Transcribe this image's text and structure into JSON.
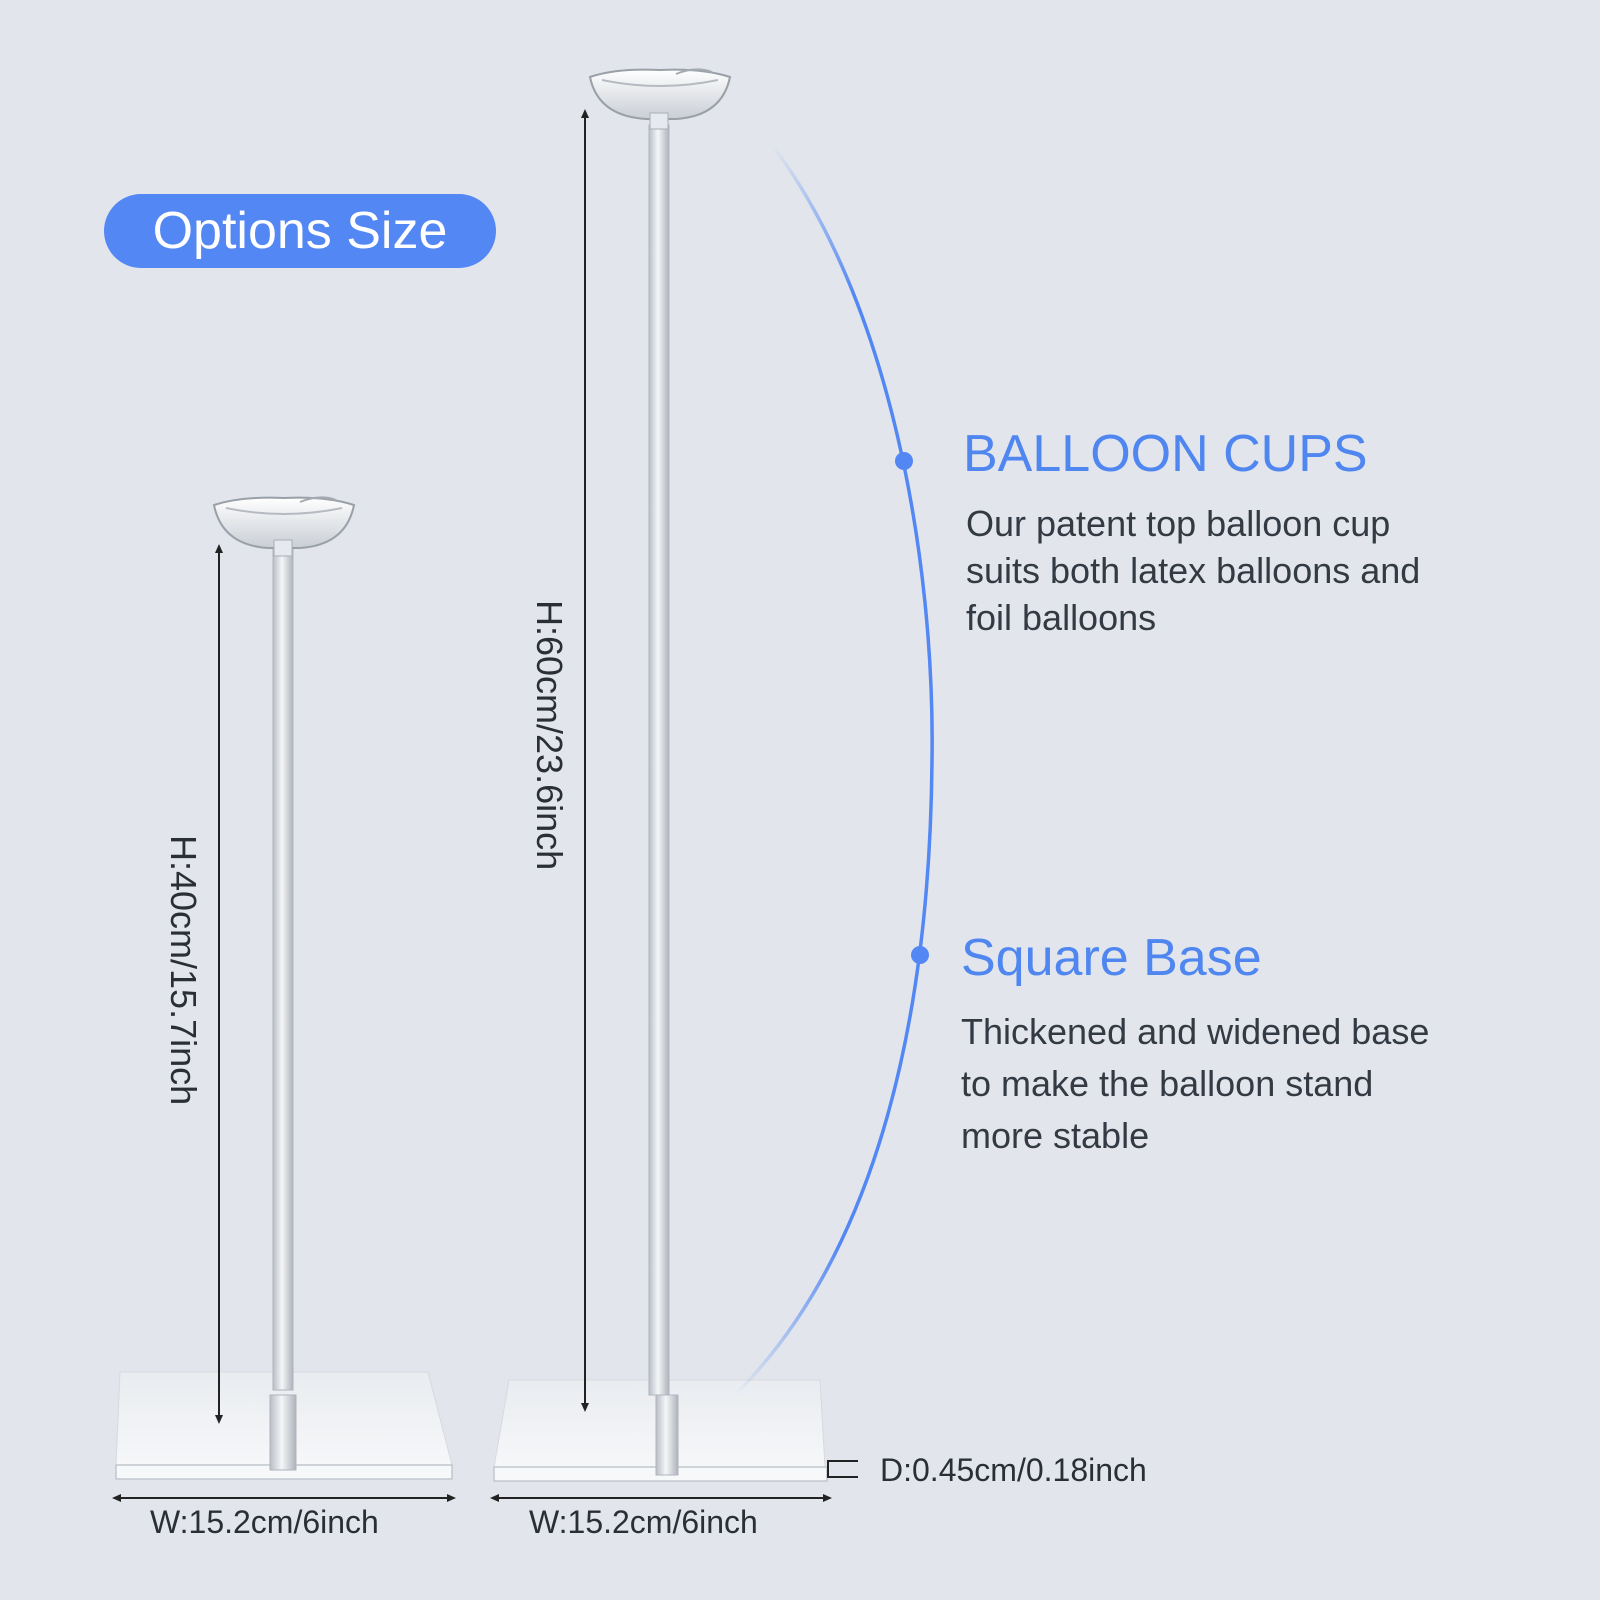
{
  "badge": {
    "label": "Options Size",
    "color": "#5387f4"
  },
  "accent_color": "#4f86f0",
  "small_stand": {
    "height_label": "H:40cm/15.7inch",
    "width_label": "W:15.2cm/6inch"
  },
  "large_stand": {
    "height_label": "H:60cm/23.6inch",
    "width_label": "W:15.2cm/6inch",
    "depth_label": "D:0.45cm/0.18inch"
  },
  "features": [
    {
      "title": "BALLOON CUPS",
      "lines": [
        "Our patent top balloon cup",
        "suits both latex balloons and",
        "foil balloons"
      ]
    },
    {
      "title": "Square Base",
      "lines": [
        "Thickened and widened base",
        "to make the balloon stand",
        "more stable"
      ]
    }
  ]
}
